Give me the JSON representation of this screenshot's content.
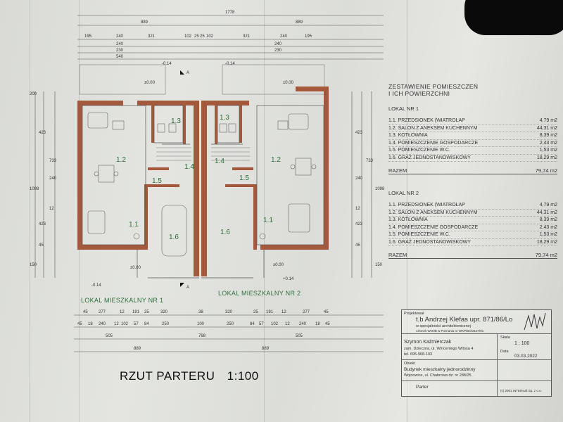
{
  "drawing": {
    "title": "RZUT PARTERU",
    "scale": "1:100",
    "unit_labels": {
      "lokal1": "LOKAL MIESZKALNY NR 1",
      "lokal2": "LOKAL MIESZKALNY NR 2"
    },
    "room_labels": [
      "1.1",
      "1.2",
      "1.3",
      "1.4",
      "1.5",
      "1.6"
    ],
    "top_dimensions": {
      "total": "1778",
      "row1": [
        "889",
        "889"
      ],
      "row2": [
        "195",
        "240",
        "321",
        "102",
        "25",
        "25",
        "102",
        "321",
        "240",
        "195"
      ],
      "row3": [
        "240",
        "230",
        "540",
        "230",
        "240"
      ]
    },
    "bottom_dimensions": {
      "row1": [
        "45",
        "277",
        "12",
        "191",
        "25",
        "320",
        "38",
        "320",
        "25",
        "191",
        "12",
        "277",
        "45"
      ],
      "row2": [
        "45",
        "18",
        "240",
        "12",
        "102",
        "57",
        "84",
        "250",
        "100",
        "250",
        "84",
        "57",
        "102",
        "12",
        "240",
        "18",
        "45"
      ],
      "row3": [
        "505",
        "768",
        "505"
      ],
      "row4": [
        "889",
        "889"
      ]
    },
    "left_dimensions": [
      "200",
      "423",
      "733",
      "240",
      "1098",
      "12",
      "423",
      "45",
      "150"
    ],
    "right_dimensions": [
      "423",
      "733",
      "240",
      "1098",
      "12",
      "423",
      "45",
      "150"
    ],
    "levels": [
      "±0.00",
      "-0.14",
      "±0.00",
      "-0.14",
      "±0.00",
      "-0.14",
      "±0.00",
      "+0.14"
    ],
    "arrow_label": "A"
  },
  "rooms_panel": {
    "title_line1": "ZESTAWIENIE POMIESZCZEŃ",
    "title_line2": "I ICH POWIERZCHNI",
    "lokal1": {
      "heading": "LOKAL NR 1",
      "rows": [
        {
          "name": "1.1. PRZEDSIONEK (WIATROŁAP",
          "area": "4,79 m2"
        },
        {
          "name": "1.2. SALON Z ANEKSEM KUCHENNYM",
          "area": "44,31 m2"
        },
        {
          "name": "1.3. KOTŁOWNIA",
          "area": "8,39 m2"
        },
        {
          "name": "1.4. POMIESZCZENIE GOSPODARCZE",
          "area": "2,43 m2"
        },
        {
          "name": "1.5. POMIESZCZENIE W.C.",
          "area": "1,53 m2"
        },
        {
          "name": "1.6. GRAŻ JEDNOSTANOWISKOWY",
          "area": "18,29 m2"
        }
      ],
      "sum_label": "RAZEM",
      "sum_value": "79,74 m2"
    },
    "lokal2": {
      "heading": "LOKAL NR 2",
      "rows": [
        {
          "name": "1.1. PRZEDSIONEK (WIATROŁAP",
          "area": "4,79 m2"
        },
        {
          "name": "1.2. SALON Z ANEKSEM KUCHENNYM",
          "area": "44,31 m2"
        },
        {
          "name": "1.3. KOTŁOWNIA",
          "area": "8,39 m2"
        },
        {
          "name": "1.4. POMIESZCZENIE GOSPODARCZE",
          "area": "2,43 m2"
        },
        {
          "name": "1.5. POMIESZCZENIE W.C.",
          "area": "1,53 m2"
        },
        {
          "name": "1.6. GRAŻ JEDNOSTANOWISKOWY",
          "area": "18,29 m2"
        }
      ],
      "sum_label": "RAZEM",
      "sum_value": "79,74 m2"
    }
  },
  "title_block": {
    "designer_caption": "Projektował",
    "designer": "t.b Andrzej Klefas upr. 871/86/Lo",
    "specialty": "w specjalności architektonicznej",
    "chamber": "członek WOIIB w Poznaniu nr WKP/BO/2127/01",
    "investor": "Szymon Kaźmierczak",
    "investor_addr": "zam. Dzieczna, ul. Wincentego Witosa 4",
    "investor_tel": "tel. 695-968-103",
    "object_caption": "Obiekt",
    "object": "Budynek mieszkalny jednorodzinny",
    "object_addr": "Wojnowice, ul. Chabrowa dz. nr 288/25",
    "sheet_caption": "Parter",
    "scale_caption": "Skala",
    "scale": "1 : 100",
    "date_caption": "Data",
    "date": "03.03.2022",
    "copyright": "(c) 2001 INTERsoft Sp. z o.o."
  },
  "colors": {
    "wall": "#a35a3c",
    "label_green": "#2d6e3a",
    "paper": "#dfe0dc"
  }
}
